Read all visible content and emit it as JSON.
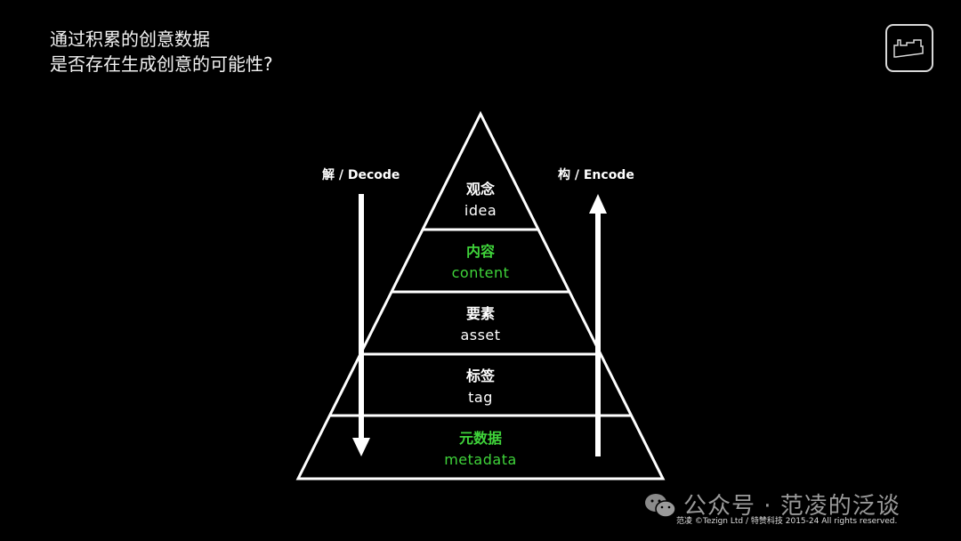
{
  "title": {
    "line1": "通过积累的创意数据",
    "line2": "是否存在生成创意的可能性?"
  },
  "logo": {
    "icon": "tezign-logo-icon"
  },
  "arrows": {
    "left_label": "解 / Decode",
    "left_direction": "down",
    "right_label": "构 / Encode",
    "right_direction": "up"
  },
  "pyramid": {
    "levels": [
      {
        "cn": "观念",
        "en": "idea",
        "highlight": false
      },
      {
        "cn": "内容",
        "en": "content",
        "highlight": true
      },
      {
        "cn": "要素",
        "en": "asset",
        "highlight": false
      },
      {
        "cn": "标签",
        "en": "tag",
        "highlight": false
      },
      {
        "cn": "元数据",
        "en": "metadata",
        "highlight": true
      }
    ]
  },
  "colors": {
    "background": "#000000",
    "line": "#ffffff",
    "highlight": "#3fd43a"
  },
  "footer": {
    "watermark": "公众号 · 范凌的泛谈",
    "copyright": "范凌 ©Tezign Ltd / 特赞科技 2015-24 All rights reserved."
  }
}
